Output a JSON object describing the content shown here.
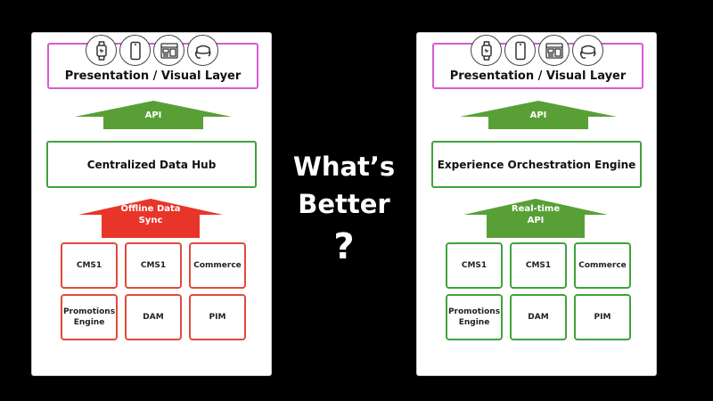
{
  "center": {
    "line1": "What’s",
    "line2": "Better",
    "qmark": "?"
  },
  "colors": {
    "api_green": "#58a036",
    "sync_red": "#e8352a",
    "pres_border": "#d75ad6",
    "hub_border": "#3fa33a",
    "module_red": "#e24a3a",
    "module_green": "#3fa33a"
  },
  "left": {
    "icons": [
      "smartwatch-icon",
      "smartphone-icon",
      "web-browser-icon",
      "vr-headset-icon"
    ],
    "presentation": "Presentation / Visual Layer",
    "api": "API",
    "hub": "Centralized Data Hub",
    "sync_line1": "Offline Data",
    "sync_line2": "Sync",
    "modules": [
      "CMS1",
      "CMS1",
      "Commerce",
      "Promotions Engine",
      "DAM",
      "PIM"
    ]
  },
  "right": {
    "icons": [
      "smartwatch-icon",
      "smartphone-icon",
      "web-browser-icon",
      "vr-headset-icon"
    ],
    "presentation": "Presentation / Visual Layer",
    "api": "API",
    "hub": "Experience Orchestration Engine",
    "sync_line1": "Real-time",
    "sync_line2": "API",
    "modules": [
      "CMS1",
      "CMS1",
      "Commerce",
      "Promotions Engine",
      "DAM",
      "PIM"
    ]
  }
}
